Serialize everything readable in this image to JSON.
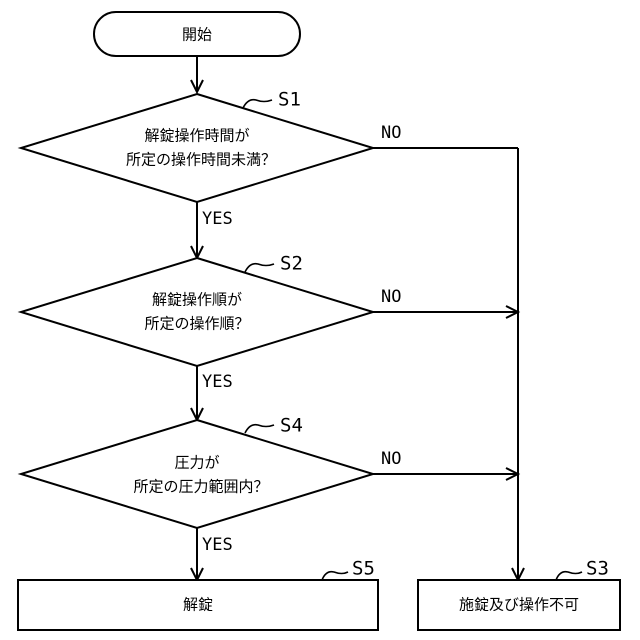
{
  "start": {
    "label": "開始"
  },
  "decisions": [
    {
      "step": "S1",
      "line1": "解錠操作時間が",
      "line2": "所定の操作時間未満？",
      "yes": "YES",
      "no": "NO"
    },
    {
      "step": "S2",
      "line1": "解錠操作順が",
      "line2": "所定の操作順？",
      "yes": "YES",
      "no": "NO"
    },
    {
      "step": "S4",
      "line1": "圧力が",
      "line2": "所定の圧力範囲内？",
      "yes": "YES",
      "no": "NO"
    }
  ],
  "processes": [
    {
      "step": "S5",
      "label": "解錠"
    },
    {
      "step": "S3",
      "label": "施錠及び操作不可"
    }
  ]
}
